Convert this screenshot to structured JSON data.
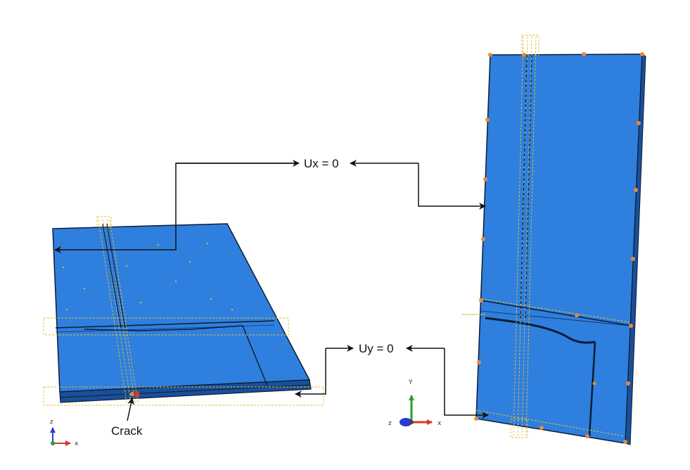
{
  "labels": {
    "ux": "Ux = 0",
    "uy": "Uy = 0",
    "crack": "Crack"
  },
  "triad_left": {
    "z": "z",
    "x": "x"
  },
  "triad_right": {
    "y": "Y",
    "z": "z",
    "x": "x"
  },
  "colors": {
    "plate_face": "#2f7fde",
    "plate_dark": "#1a4f9a",
    "edge": "#0b1c33",
    "constraint": "#d9c23a",
    "marker": "#e8893a",
    "arrow": "#111111",
    "axis_x": "#d23a2a",
    "axis_y": "#2aa02a",
    "axis_z": "#2a3ad2"
  }
}
